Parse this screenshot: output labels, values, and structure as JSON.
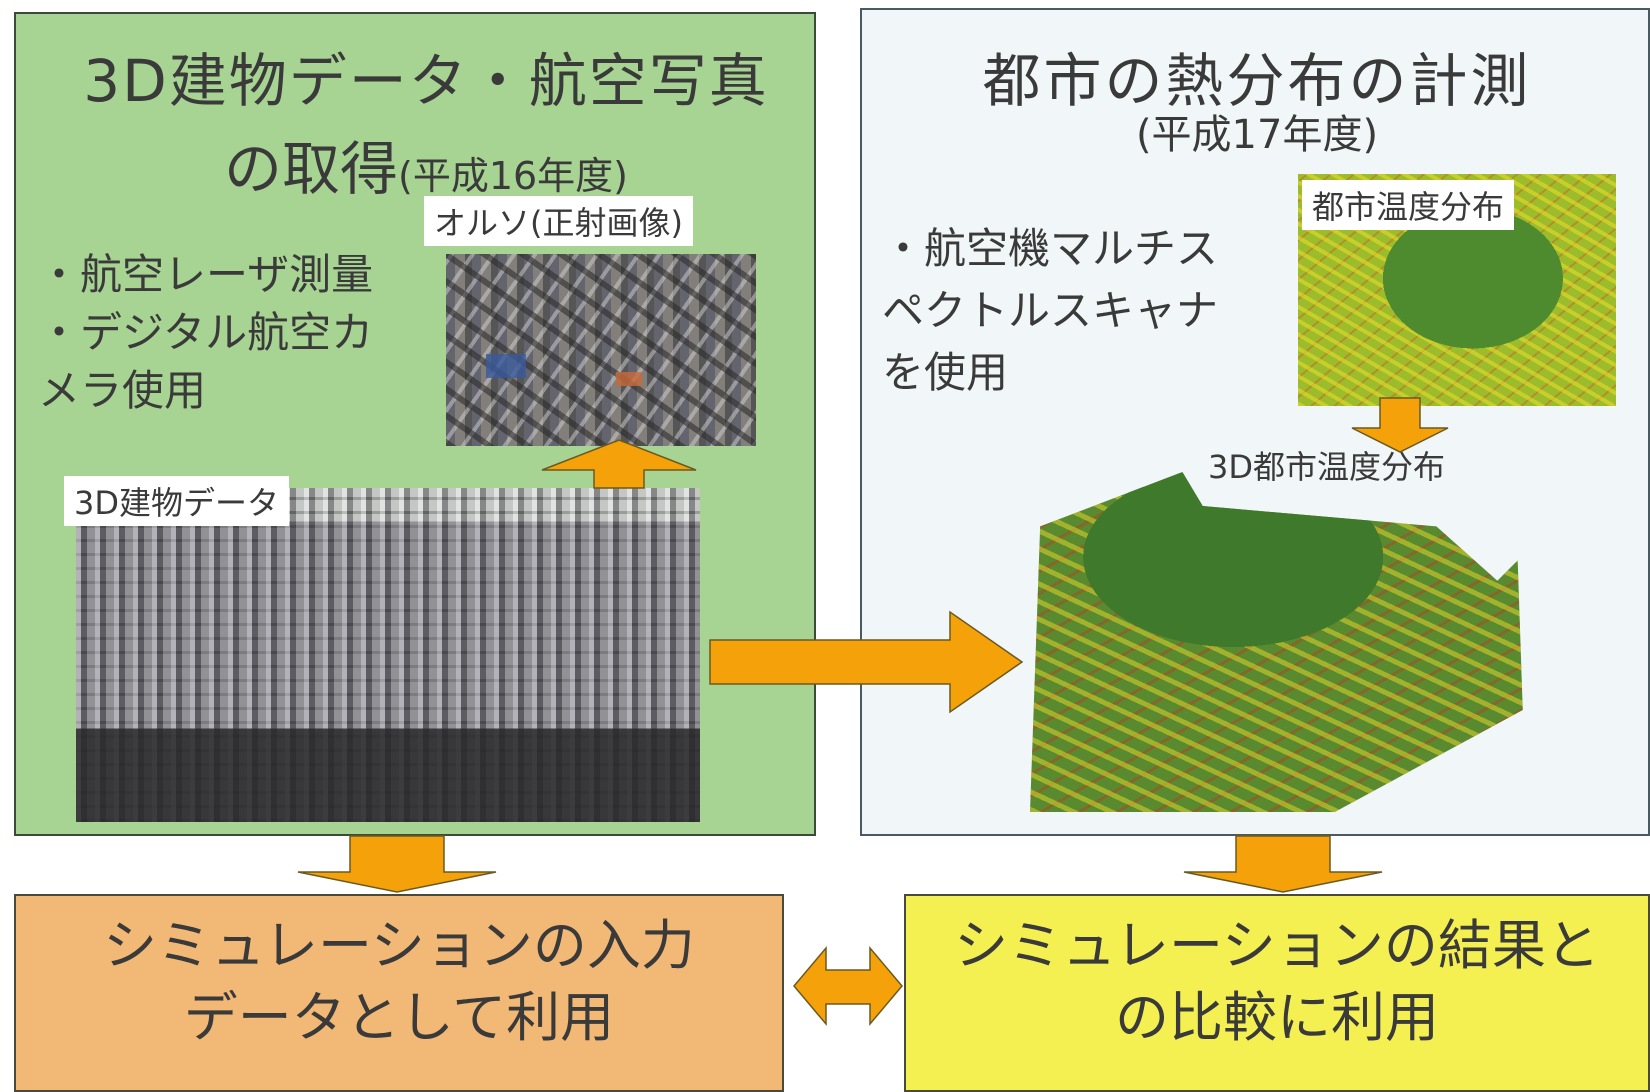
{
  "left_panel": {
    "title_line1": "3D建物データ・航空写真",
    "title_line2": "の取得",
    "title_year": "(平成16年度)",
    "bullets": [
      "・航空レーザ測量",
      "・デジタル航空カ",
      "メラ使用"
    ],
    "ortho_label": "オルソ(正射画像)",
    "building_label": "3D建物データ"
  },
  "right_panel": {
    "title_line1": "都市の熱分布の計測",
    "title_year": "(平成17年度)",
    "bullets": [
      "・航空機マルチス",
      "ペクトルスキャナ",
      "を使用"
    ],
    "temp_label": "都市温度分布",
    "temp3d_label": "3D都市温度分布"
  },
  "bottom": {
    "left_line1": "シミュレーションの入力",
    "left_line2": "データとして利用",
    "right_line1": "シミュレーションの結果と",
    "right_line2": "の比較に利用"
  },
  "colors": {
    "left_panel_bg": "#a8d493",
    "right_panel_bg": "#f1f7f8",
    "arrow_orange": "#f5a10a",
    "bottom_left_bg": "#f2b876",
    "bottom_right_bg": "#f5f052"
  }
}
